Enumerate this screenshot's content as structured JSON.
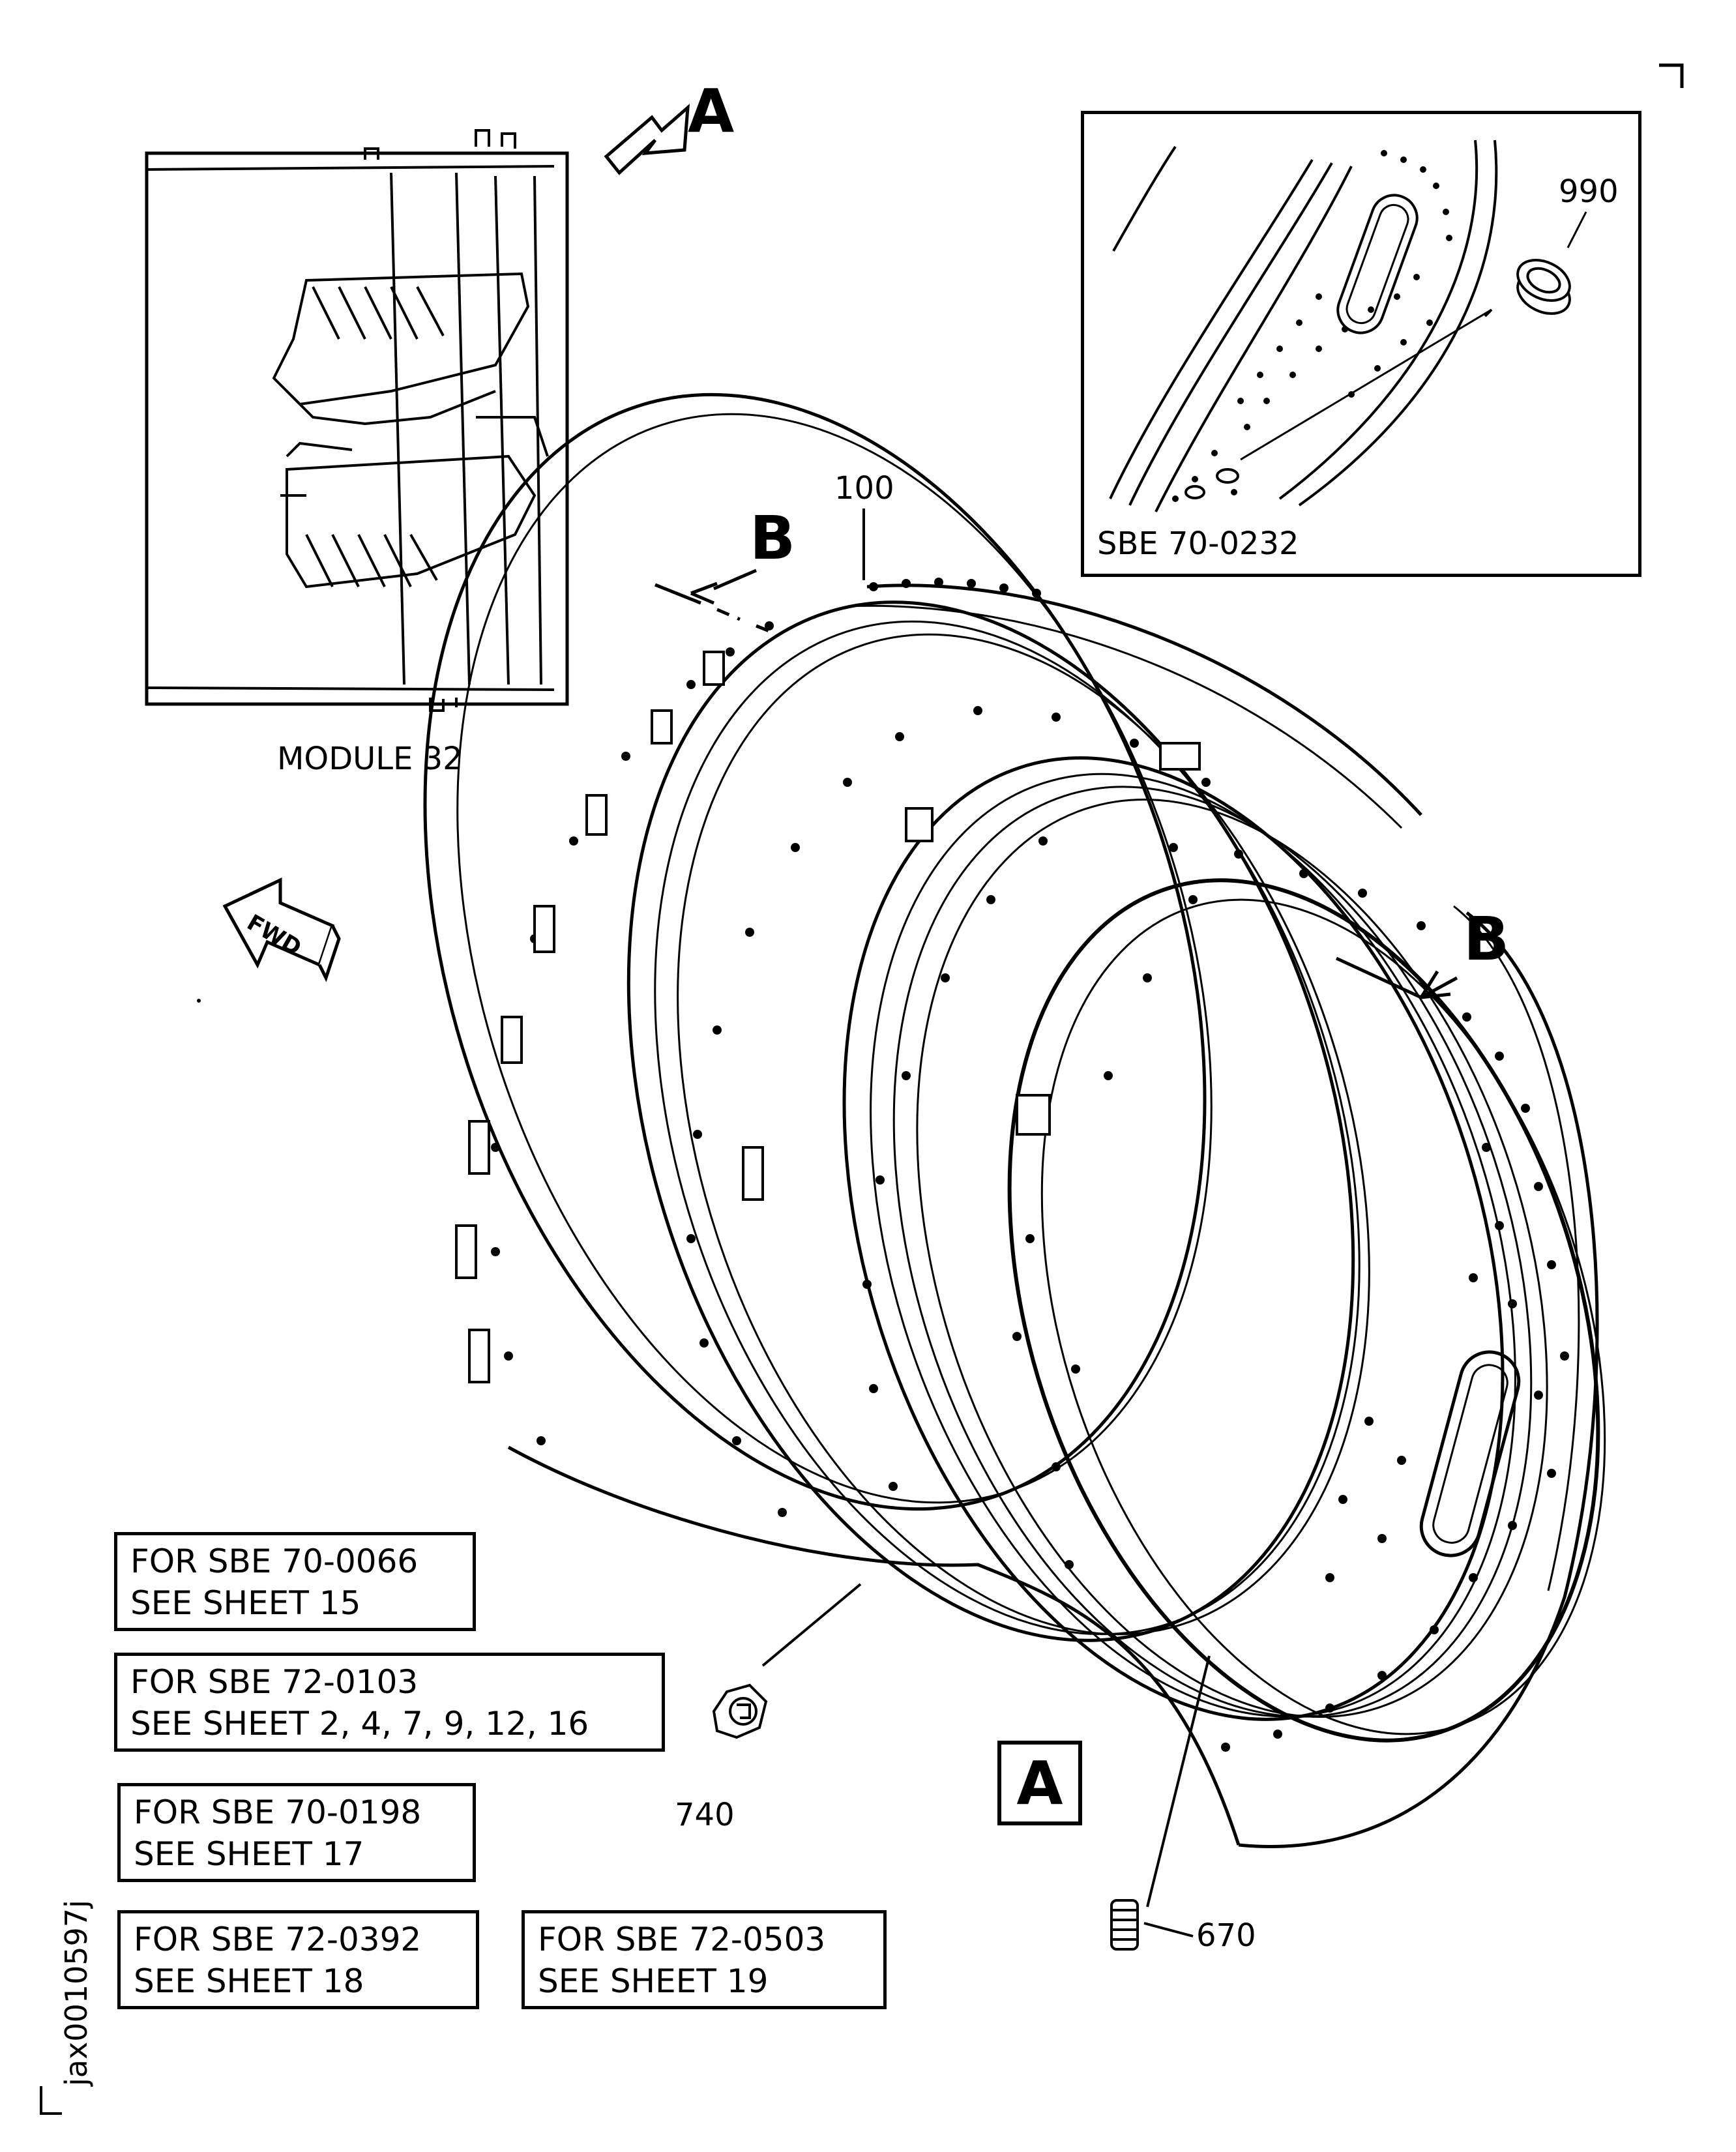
{
  "view_labels": {
    "view_a_top": "A",
    "section_b_top": "B",
    "section_b_right": "B",
    "view_a_box": "A"
  },
  "module_caption": "MODULE 32",
  "fwd_label": "FWD",
  "items": {
    "item_100": "100",
    "item_990": "990",
    "item_740": "740",
    "item_670": "670"
  },
  "inset_caption": "SBE 70-0232",
  "notes": [
    {
      "line1": "FOR SBE 70-0066",
      "line2": "SEE SHEET 15"
    },
    {
      "line1": "FOR SBE 72-0103",
      "line2": "SEE SHEET 2, 4, 7, 9, 12, 16"
    },
    {
      "line1": "FOR SBE 70-0198",
      "line2": "SEE SHEET 17"
    },
    {
      "line1": "FOR SBE 72-0392",
      "line2": "SEE SHEET 18"
    },
    {
      "line1": "FOR SBE 72-0503",
      "line2": "SEE SHEET 19"
    }
  ],
  "figure_id": "jax0010597j"
}
